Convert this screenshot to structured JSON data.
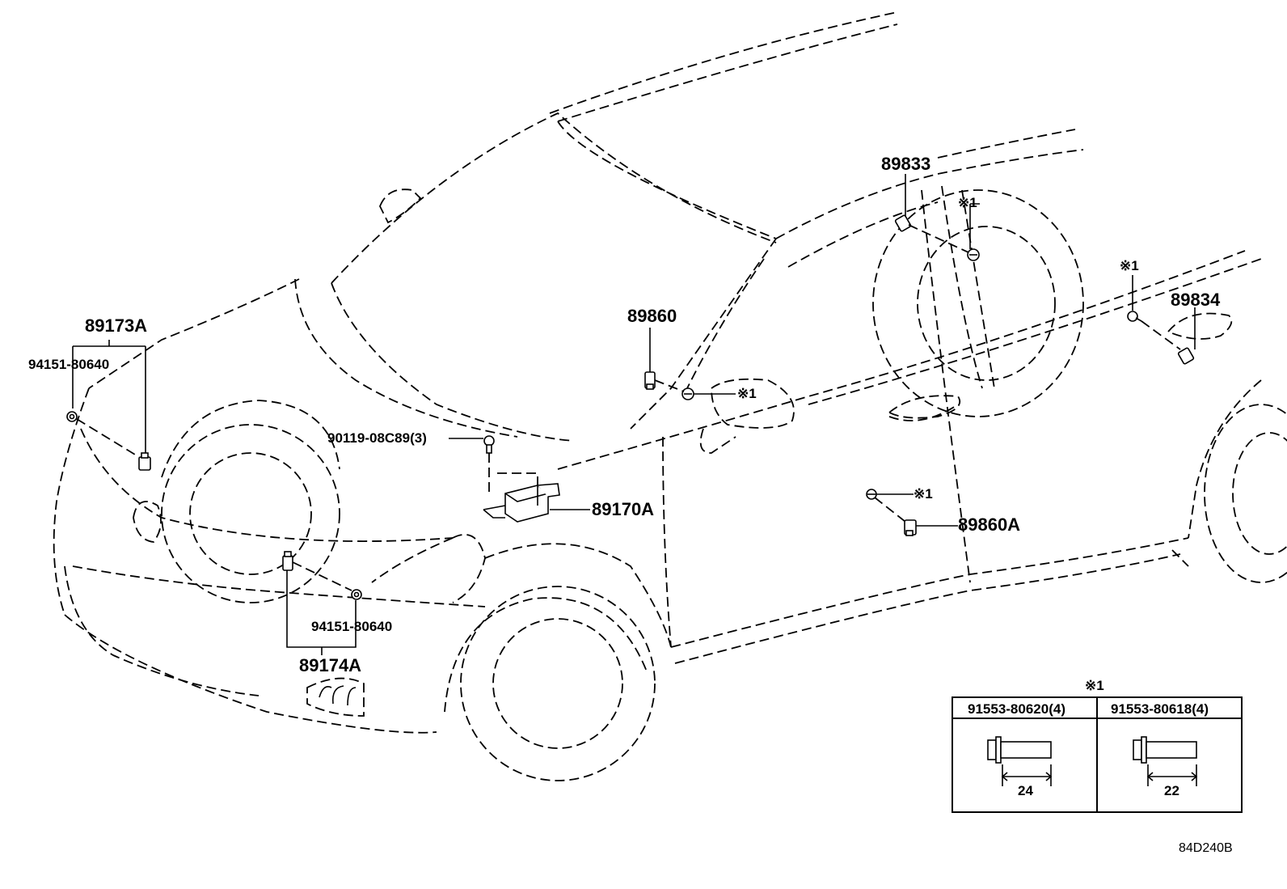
{
  "callouts": {
    "p89173A": "89173A",
    "p94151_left": "94151-80640",
    "p89860": "89860",
    "p90119": "90119-08C89(3)",
    "p89170A": "89170A",
    "p89833": "89833",
    "p89834": "89834",
    "p89860A": "89860A",
    "p94151_lower": "94151-80640",
    "p89174A": "89174A",
    "mark1_a": "※1",
    "mark1_b": "※1",
    "mark1_c": "※1",
    "mark1_d": "※1"
  },
  "legend": {
    "mark": "※1",
    "col1_part": "91553-80620(4)",
    "col1_dim": "24",
    "col2_part": "91553-80618(4)",
    "col2_dim": "22"
  },
  "figure_code": "84D240B"
}
